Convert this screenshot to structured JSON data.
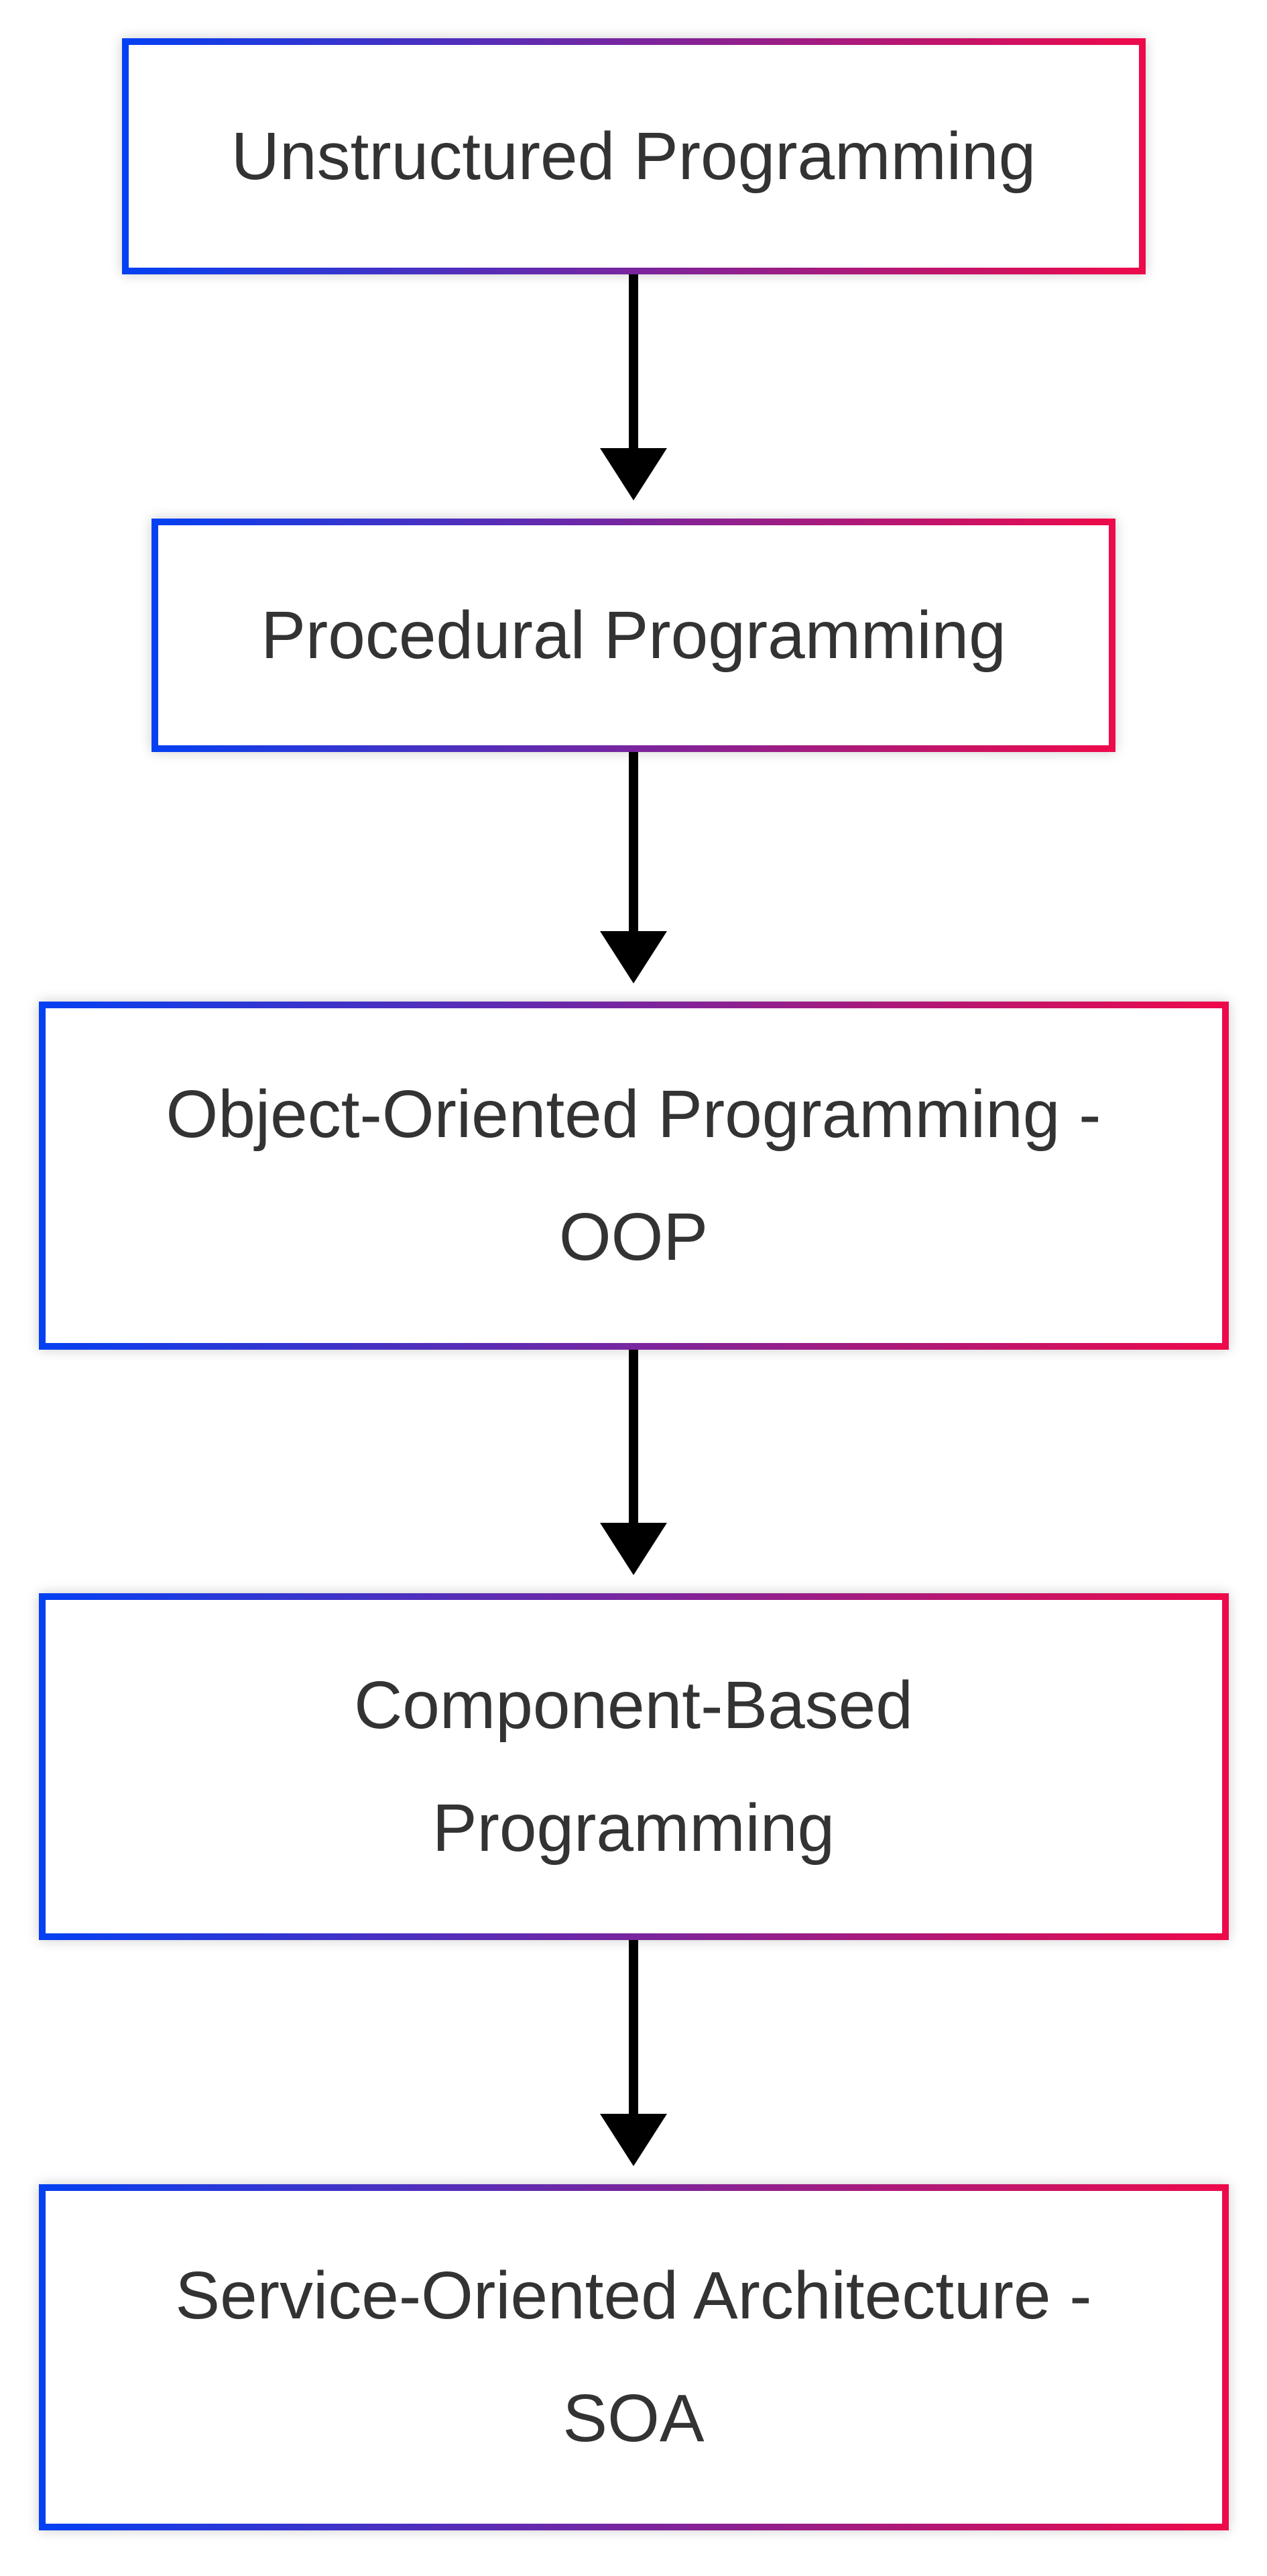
{
  "diagram": {
    "type": "flowchart",
    "direction": "top-down",
    "title": "",
    "nodes": [
      {
        "id": "unstructured",
        "label": "Unstructured Programming",
        "lines": [
          "Unstructured Programming"
        ]
      },
      {
        "id": "procedural",
        "label": "Procedural Programming",
        "lines": [
          "Procedural Programming"
        ]
      },
      {
        "id": "oop",
        "label": "Object-Oriented Programming - OOP",
        "lines": [
          "Object-Oriented Programming -",
          "OOP"
        ]
      },
      {
        "id": "component",
        "label": "Component-Based Programming",
        "lines": [
          "Component-Based",
          "Programming"
        ]
      },
      {
        "id": "soa",
        "label": "Service-Oriented Architecture - SOA",
        "lines": [
          "Service-Oriented Architecture -",
          "SOA"
        ]
      }
    ],
    "edges": [
      {
        "from": "unstructured",
        "to": "procedural",
        "style": "solid-arrow"
      },
      {
        "from": "procedural",
        "to": "oop",
        "style": "solid-arrow"
      },
      {
        "from": "oop",
        "to": "component",
        "style": "solid-arrow"
      },
      {
        "from": "component",
        "to": "soa",
        "style": "solid-arrow"
      }
    ],
    "colors": {
      "border_gradient_start": "#0540F2",
      "border_gradient_mid": "#79259E",
      "border_gradient_end": "#ED0A4B",
      "arrow": "#000000",
      "text": "#333333",
      "node_background": "#FFFFFF",
      "page_background": "#FFFFFF"
    }
  }
}
